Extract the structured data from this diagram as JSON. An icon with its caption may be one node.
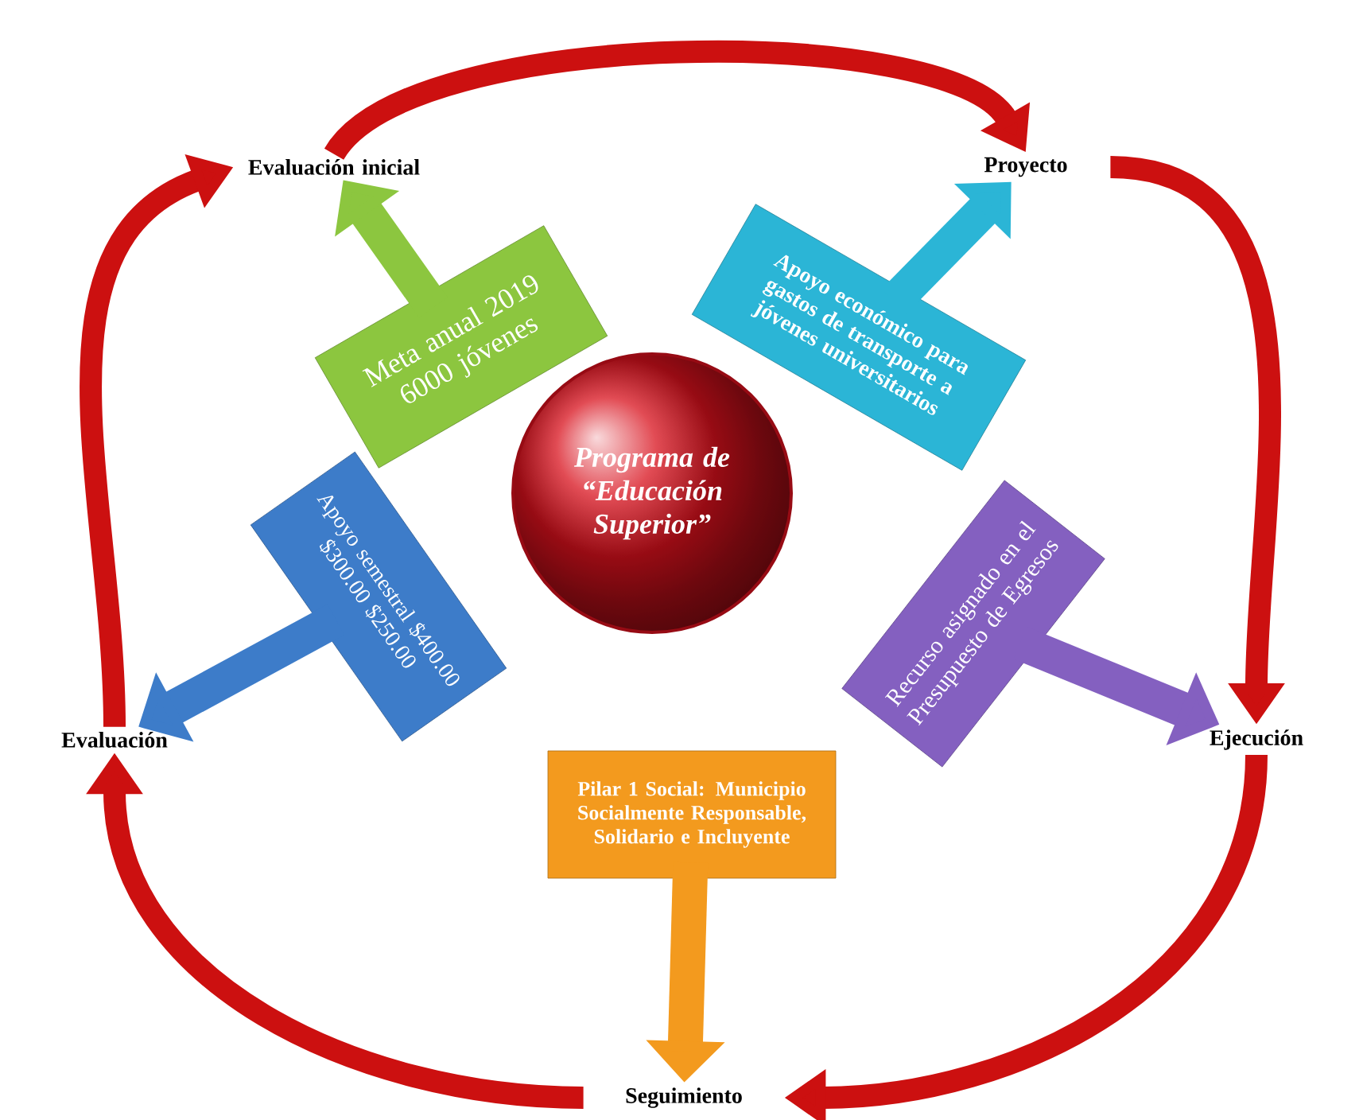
{
  "diagram": {
    "nodes": [
      {
        "text": [
          "Programa de “Educación Superior”"
        ]
      },
      {
        "text": [
          "Meta anual 2019 6000 jóvenes"
        ]
      },
      {
        "text": [
          "Apoyo económico para gastos de transporte a jóvenes universitarios"
        ]
      },
      {
        "text": [
          "Recurso asignado en el Presupuesto de Egresos"
        ]
      },
      {
        "text": [
          "Pilar 1 Social: Municipio Socialmente Responsable, Solidario e Incluyente"
        ]
      },
      {
        "text": [
          "Apoyo semestral $400.00 $300.00 $250.00"
        ]
      },
      {
        "text": [
          "Evaluación inicial"
        ]
      },
      {
        "text": [
          "Proyecto"
        ]
      },
      {
        "text": [
          "Ejecución"
        ]
      },
      {
        "text": [
          "Seguimiento"
        ]
      },
      {
        "text": [
          "Evaluación"
        ]
      }
    ],
    "edges": [
      {
        "from": 1,
        "to": 6,
        "arrow": "to",
        "color": "#8cc63f"
      },
      {
        "from": 2,
        "to": 7,
        "arrow": "to",
        "color": "#2bb5d6"
      },
      {
        "from": 3,
        "to": 8,
        "arrow": "to",
        "color": "#8460c0"
      },
      {
        "from": 4,
        "to": 9,
        "arrow": "to",
        "color": "#f39a1e"
      },
      {
        "from": 5,
        "to": 10,
        "arrow": "to",
        "color": "#3d7cc9"
      },
      {
        "from": 6,
        "to": 7,
        "arrow": "to"
      },
      {
        "from": 7,
        "to": 8,
        "arrow": "to"
      },
      {
        "from": 8,
        "to": 9,
        "arrow": "to"
      },
      {
        "from": 9,
        "to": 10,
        "arrow": "to"
      },
      {
        "from": 10,
        "to": 6,
        "arrow": "to"
      }
    ]
  }
}
